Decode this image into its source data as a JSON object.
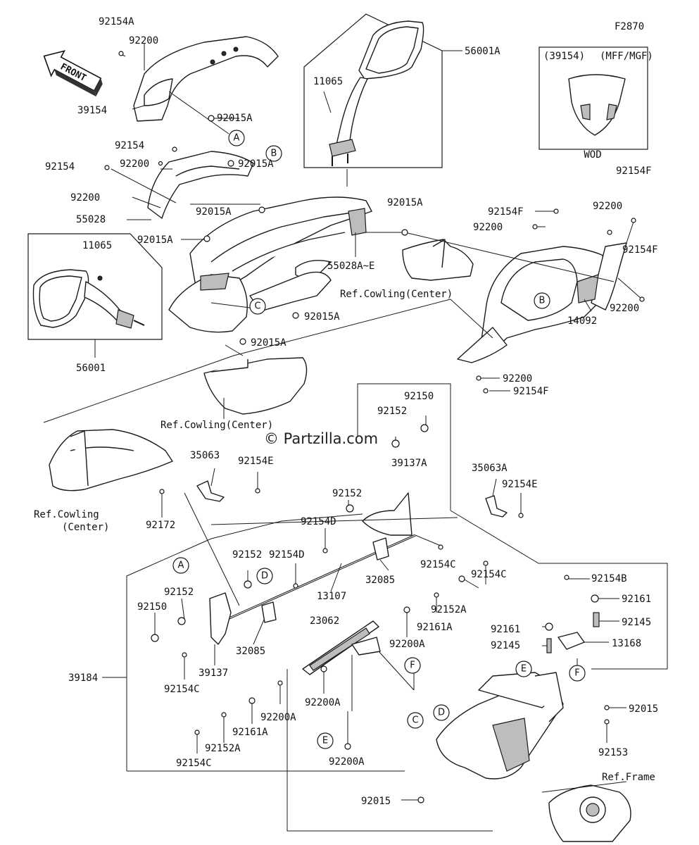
{
  "diagram_code": "F2870",
  "watermark": "© Partzilla.com",
  "front_arrow": "FRONT",
  "inset": {
    "title_left": "(39154)",
    "title_right": "(MFF/MGF)",
    "caption": "WOD"
  },
  "reference_labels": {
    "cowling_center_1": "Ref.Cowling(Center)",
    "cowling_center_2": "Ref.Cowling(Center)",
    "cowling_center_3a": "Ref.Cowling",
    "cowling_center_3b": "(Center)",
    "frame": "Ref.Frame"
  },
  "callouts": {
    "A1": "A",
    "A2": "A",
    "B1": "B",
    "B2": "B",
    "C1": "C",
    "C2": "C",
    "D1": "D",
    "D2": "D",
    "E1": "E",
    "E2": "E",
    "F1": "F",
    "F2": "F"
  },
  "parts": {
    "p92154A": "92154A",
    "p92200_a": "92200",
    "p39154": "39154",
    "p92015A_a": "92015A",
    "p92154_a": "92154",
    "p92200_b": "92200",
    "p92015A_b": "92015A",
    "p92154_b": "92154",
    "p92200_c": "92200",
    "p55028": "55028",
    "p92015A_c": "92015A",
    "p92015A_d": "92015A",
    "p11065_a": "11065",
    "p56001A": "56001A",
    "p11065_b": "11065",
    "p56001": "56001",
    "p92015A_e": "92015A",
    "p55028AE": "55028A~E",
    "p92015A_f": "92015A",
    "p92015A_g": "92015A",
    "p92154F_a": "92154F",
    "p92200_d": "92200",
    "p92154F_b": "92154F",
    "p92200_e": "92200",
    "p92154F_c": "92154F",
    "p92200_f": "92200",
    "p14092": "14092",
    "p92200_g": "92200",
    "p92154F_d": "92154F",
    "p92150_a": "92150",
    "p92152_a": "92152",
    "p39137A": "39137A",
    "p35063": "35063",
    "p92154E_a": "92154E",
    "p35063A": "35063A",
    "p92154E_b": "92154E",
    "p92172": "92172",
    "p92152_b": "92152",
    "p92154D_a": "92154D",
    "p92154D_b": "92154D",
    "p92152_c": "92152",
    "p32085_a": "32085",
    "p92154C_a": "92154C",
    "p13107": "13107",
    "p92154C_b": "92154C",
    "p92152_d": "92152",
    "p92150_b": "92150",
    "p32085_b": "32085",
    "p39137": "39137",
    "p92152A_a": "92152A",
    "p92161A_a": "92161A",
    "p23062": "23062",
    "p92200A_a": "92200A",
    "p39184": "39184",
    "p92154C_c": "92154C",
    "p92200A_b": "92200A",
    "p92200A_c": "92200A",
    "p92161A_b": "92161A",
    "p92152A_b": "92152A",
    "p92154C_d": "92154C",
    "p92200A_d": "92200A",
    "p92154B": "92154B",
    "p92161_a": "92161",
    "p92145_a": "92145",
    "p92161_b": "92161",
    "p92145_b": "92145",
    "p13168": "13168",
    "p92015_a": "92015",
    "p92153": "92153",
    "p92015_b": "92015"
  }
}
